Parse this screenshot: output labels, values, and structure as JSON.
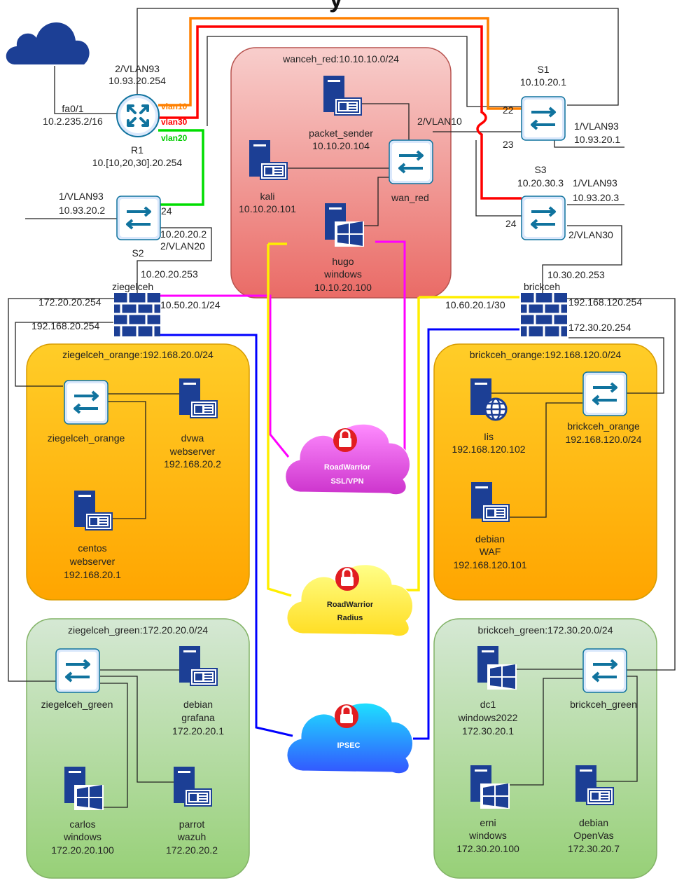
{
  "colors": {
    "orange_zone": "#fbb415",
    "green_zone": "#a9d18e",
    "red_zone": "#ea6b66",
    "device_blue": "#10739e",
    "server_navy": "#1c3f95",
    "vlan10": "#ff8000",
    "vlan30": "#ff0000",
    "vlan20": "#00dd00",
    "ipsec": "#0000ff",
    "sslvpn": "#ff00ff",
    "radius": "#ffee00"
  },
  "title_fragment": "y",
  "zones": {
    "wan_red": "wanceh_red:10.10.10.0/24",
    "ziegel_orange": "ziegelceh_orange:192.168.20.0/24",
    "brick_orange": "brickceh_orange:192.168.120.0/24",
    "ziegel_green": "ziegelceh_green:172.20.20.0/24",
    "brick_green": "brickceh_green:172.30.20.0/24"
  },
  "router": {
    "top": [
      "2/VLAN93",
      "10.93.20.254"
    ],
    "left": [
      "fa0/1",
      "10.2.235.2/16"
    ],
    "bottom": [
      "R1",
      "10.[10,20,30].20.254"
    ],
    "vlan10": "vlan10",
    "vlan30": "vlan30",
    "vlan20": "vlan20"
  },
  "s1": {
    "name": "S1",
    "ip": "10.10.20.1",
    "p22": "22",
    "p23": "23",
    "vlan10": "2/VLAN10",
    "vlan93": [
      "1/VLAN93",
      "10.93.20.1"
    ]
  },
  "s2": {
    "name": "S2",
    "vlan93": [
      "1/VLAN93",
      "10.93.20.2"
    ],
    "p24": "24",
    "vlan20": [
      "10.20.20.2",
      "2/VLAN20"
    ]
  },
  "s3": {
    "name": "S3",
    "ip": "10.20.30.3",
    "vlan93": [
      "1/VLAN93",
      "10.93.20.3"
    ],
    "p24": "24",
    "vlan30": "2/VLAN30"
  },
  "wan": {
    "packet_sender": [
      "packet_sender",
      "10.10.20.104"
    ],
    "kali": [
      "kali",
      "10.10.20.101"
    ],
    "wan_red": "wan_red",
    "hugo": [
      "hugo",
      "windows",
      "10.10.20.100"
    ]
  },
  "fw_ziegel": {
    "name": "ziegelceh",
    "up": "10.20.20.253",
    "green": "172.20.20.254",
    "red": "10.50.20.1/24",
    "orange": "192.168.20.254"
  },
  "fw_brick": {
    "name": "brickceh",
    "up": "10.30.20.253",
    "red": "10.60.20.1/30",
    "orange": "192.168.120.254",
    "green": "172.30.20.254"
  },
  "ziegel_orange": {
    "switch": "ziegelceh_orange",
    "dvwa": [
      "dvwa",
      "webserver",
      "192.168.20.2"
    ],
    "centos": [
      "centos",
      "webserver",
      "192.168.20.1"
    ]
  },
  "brick_orange": {
    "iis": [
      "Iis",
      "192.168.120.102"
    ],
    "switch": [
      "brickceh_orange",
      "192.168.120.0/24"
    ],
    "waf": [
      "debian",
      "WAF",
      "192.168.120.101"
    ]
  },
  "ziegel_green": {
    "switch": "ziegelceh_green",
    "grafana": [
      "debian",
      "grafana",
      "172.20.20.1"
    ],
    "carlos": [
      "carlos",
      "windows",
      "172.20.20.100"
    ],
    "wazuh": [
      "parrot",
      "wazuh",
      "172.20.20.2"
    ]
  },
  "brick_green": {
    "dc1": [
      "dc1",
      "windows2022",
      "172.30.20.1"
    ],
    "switch": "brickceh_green",
    "erni": [
      "erni",
      "windows",
      "172.30.20.100"
    ],
    "openvas": [
      "debian",
      "OpenVas",
      "172.30.20.7"
    ]
  },
  "clouds": {
    "sslvpn": [
      "RoadWarrior",
      "SSL/VPN"
    ],
    "radius": [
      "RoadWarrior",
      "Radius"
    ],
    "ipsec": "IPSEC"
  }
}
